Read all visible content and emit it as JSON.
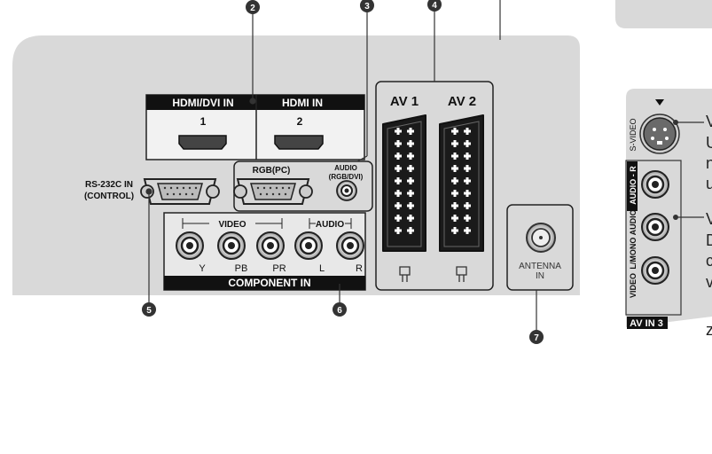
{
  "callouts": [
    "2",
    "3",
    "4",
    "5",
    "6",
    "7"
  ],
  "hdmi": {
    "port1_title": "HDMI/DVI IN",
    "port1_num": "1",
    "port2_title": "HDMI IN",
    "port2_num": "2"
  },
  "rs232": {
    "line1": "RS-232C IN",
    "line2": "(CONTROL)"
  },
  "rgb": {
    "label": "RGB(PC)",
    "audio_line1": "AUDIO",
    "audio_line2": "(RGB/DVI)"
  },
  "component": {
    "video_label": "VIDEO",
    "audio_label": "AUDIO",
    "y": "Y",
    "pb": "PB",
    "pr": "PR",
    "l": "L",
    "r": "R",
    "title": "COMPONENT IN"
  },
  "scart": {
    "av1": "AV 1",
    "av2": "AV 2"
  },
  "antenna": {
    "line1": "ANTENNA",
    "line2": "IN"
  },
  "side_panel": {
    "svideo": "S-VIDEO",
    "audio_r": "AUDIO - R",
    "mono_audio_l": "L/MONO AUDIO",
    "video": "VIDEO",
    "title": "AV IN 3"
  },
  "side_text": {
    "line1": "V",
    "line2": "U",
    "line3": "n",
    "line4": "u",
    "line5": "V",
    "line6": "D",
    "line7": "c",
    "line8": "v",
    "line9": "z"
  }
}
